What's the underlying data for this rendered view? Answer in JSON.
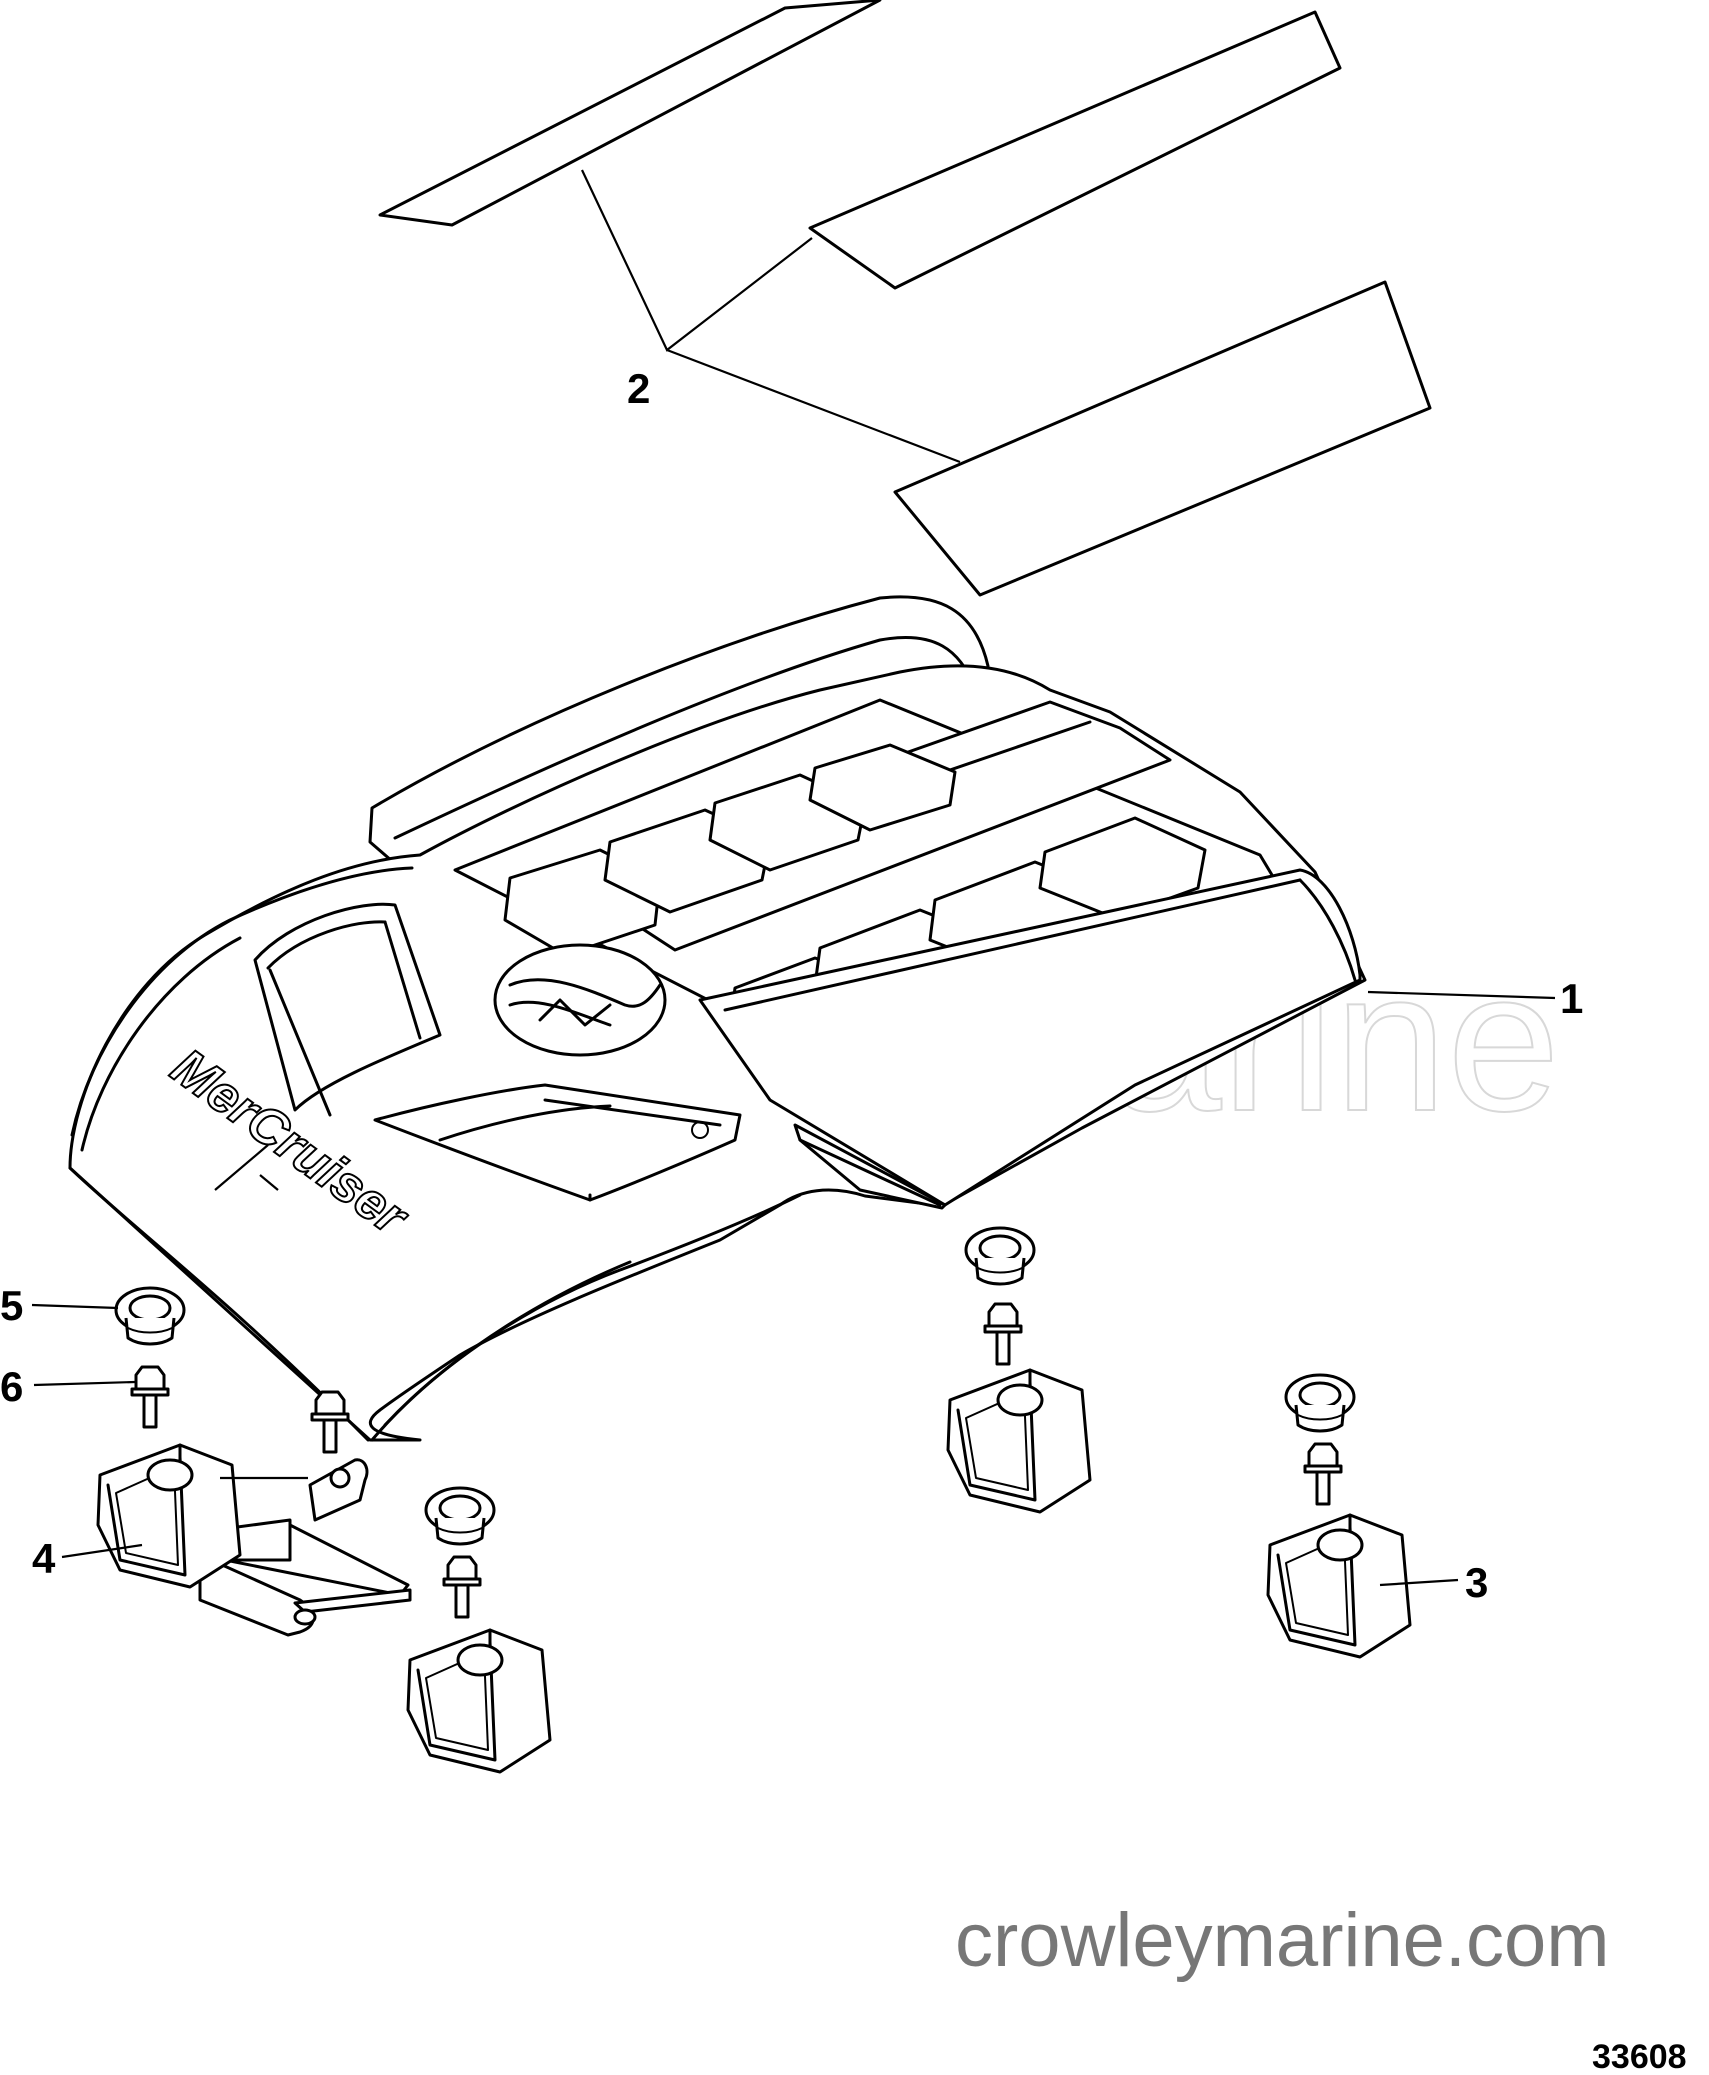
{
  "diagram": {
    "watermark": "Crowley Marine",
    "website": "crowleymarine.com",
    "figure_number": "33608",
    "logo_text": "MerCruiser",
    "callouts": [
      {
        "id": "1",
        "label": "1"
      },
      {
        "id": "2",
        "label": "2"
      },
      {
        "id": "3",
        "label": "3"
      },
      {
        "id": "4",
        "label": "4"
      },
      {
        "id": "5",
        "label": "5"
      },
      {
        "id": "6",
        "label": "6"
      }
    ]
  }
}
